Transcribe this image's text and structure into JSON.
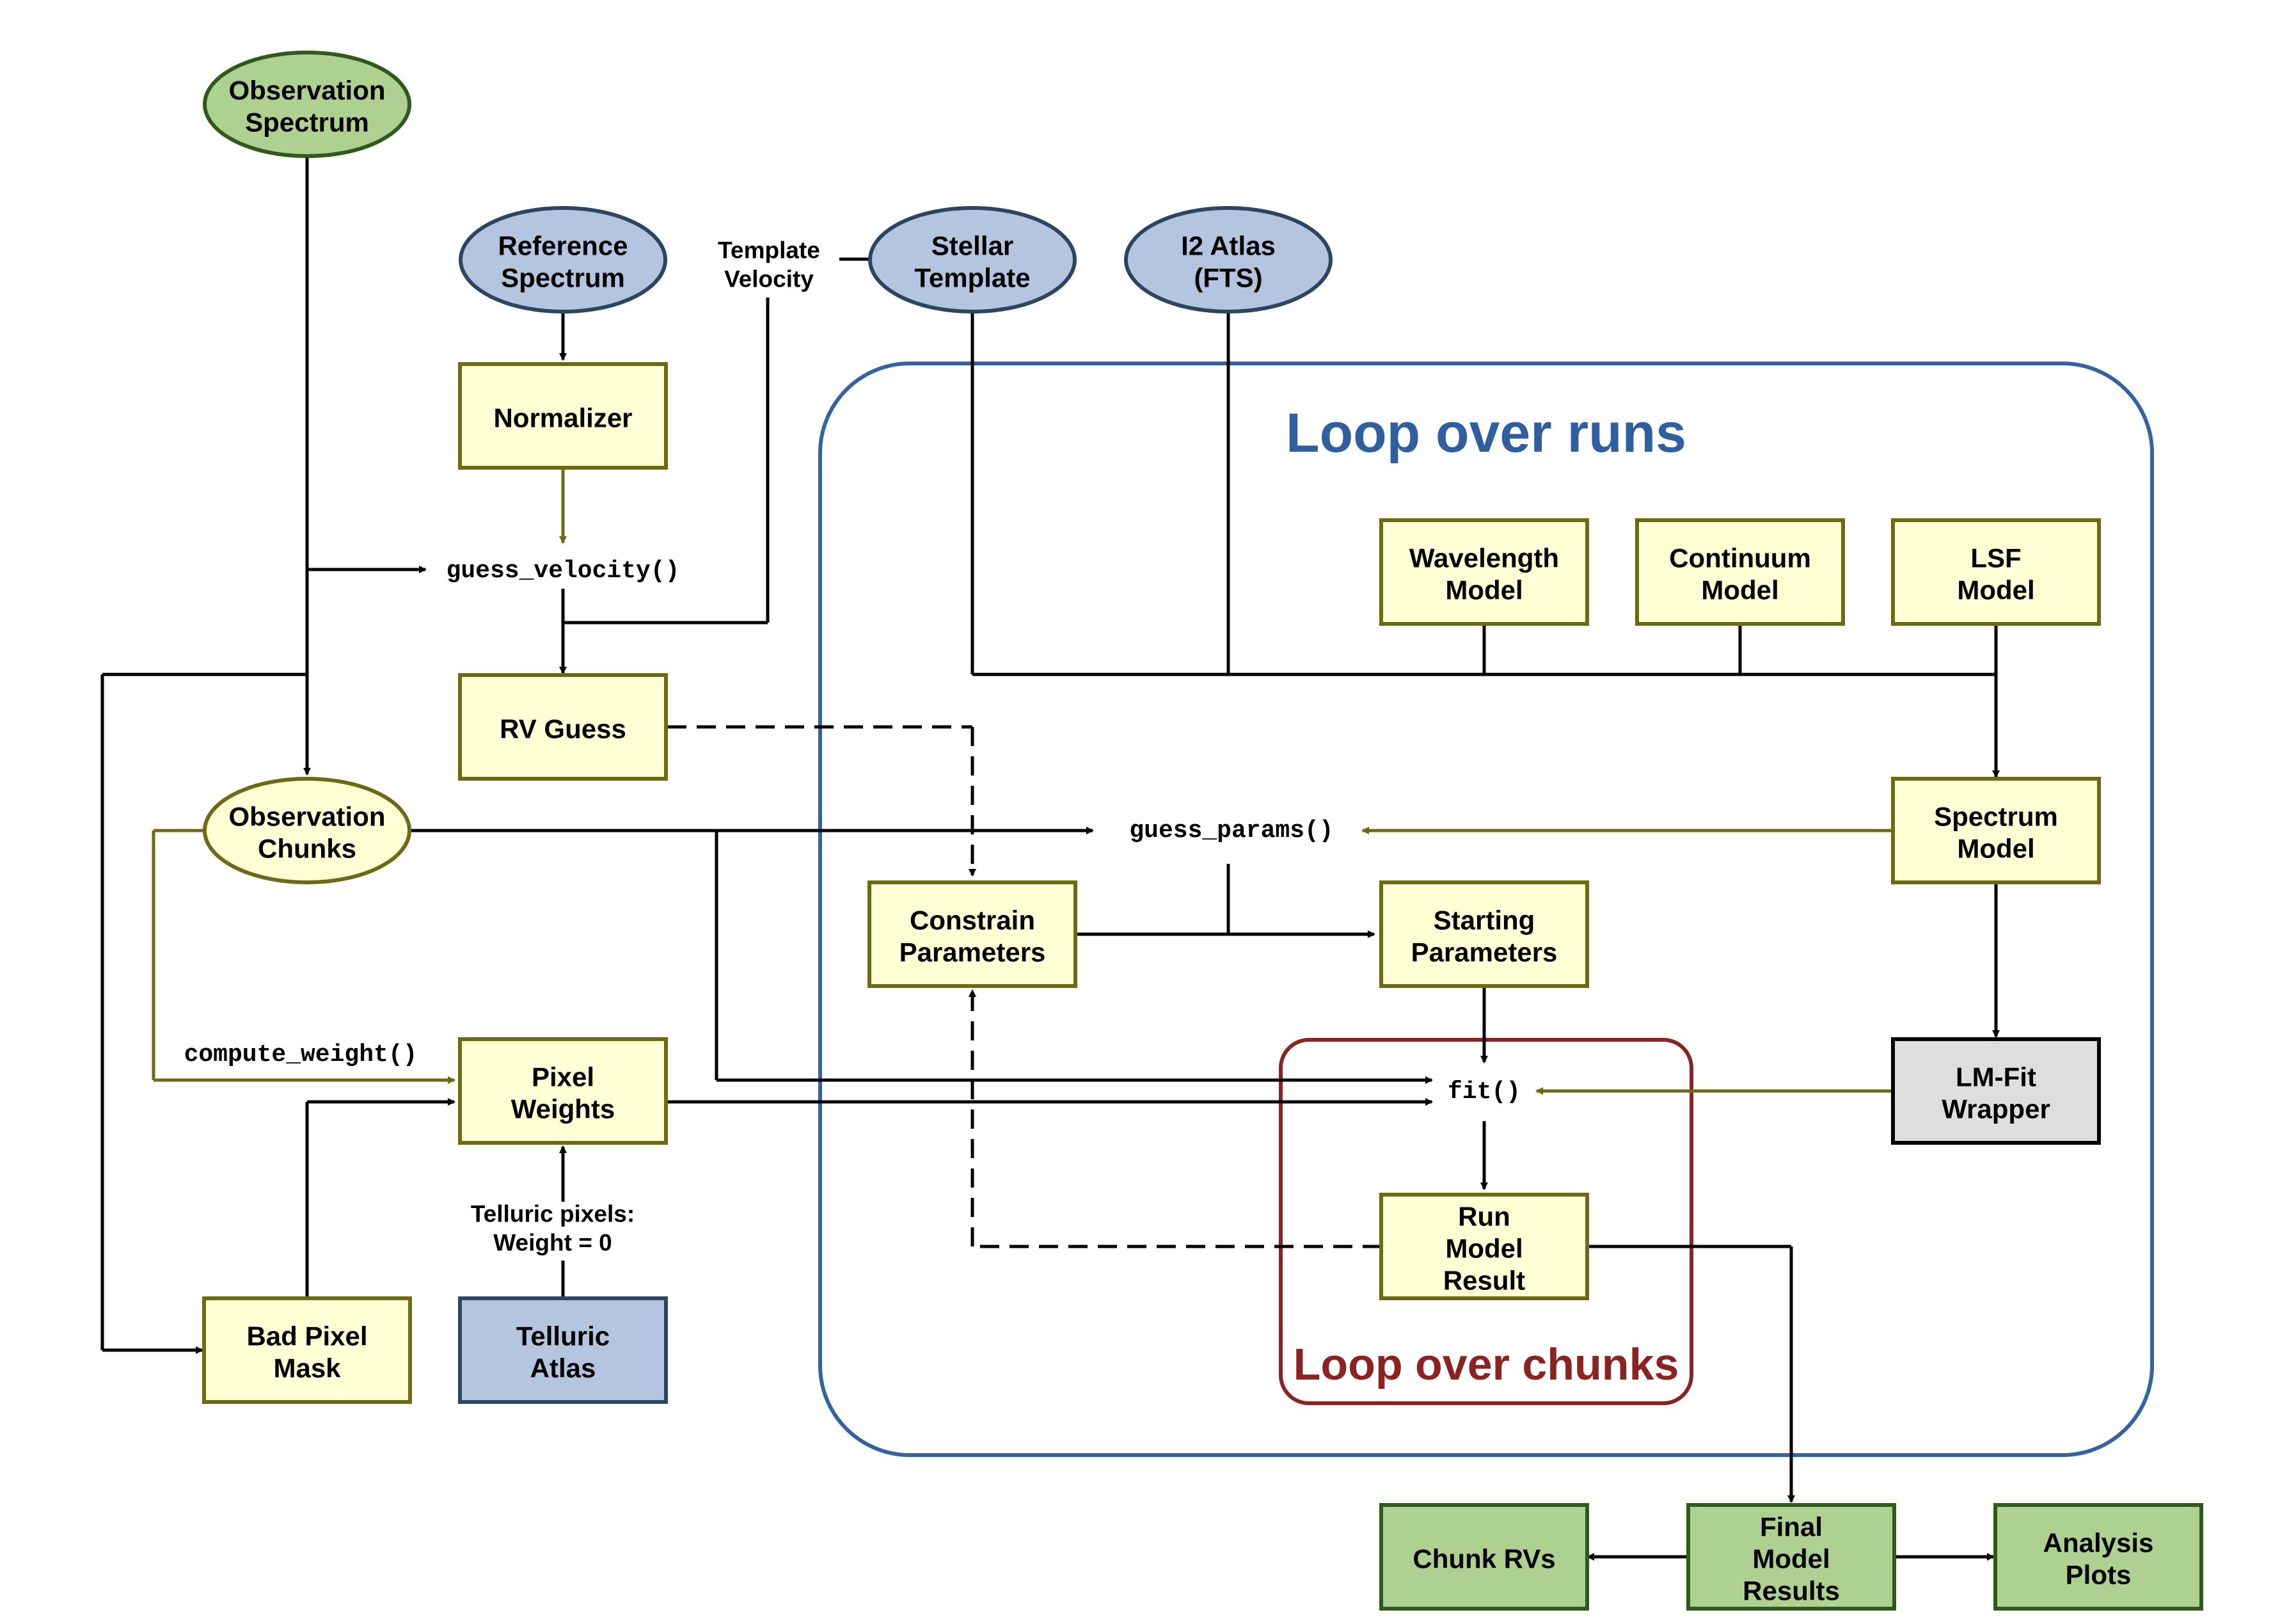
{
  "loops": {
    "runs": {
      "label": "Loop over runs",
      "color": "#2f5f9f"
    },
    "chunks": {
      "label": "Loop over chunks",
      "color": "#8b2323"
    }
  },
  "nodes": {
    "observation_spectrum": "Observation\nSpectrum",
    "reference_spectrum": "Reference\nSpectrum",
    "stellar_template": "Stellar\nTemplate",
    "i2_atlas": "I2 Atlas\n(FTS)",
    "normalizer": "Normalizer",
    "rv_guess": "RV Guess",
    "observation_chunks": "Observation\nChunks",
    "wavelength_model": "Wavelength\nModel",
    "continuum_model": "Continuum\nModel",
    "lsf_model": "LSF\nModel",
    "spectrum_model": "Spectrum\nModel",
    "constrain_parameters": "Constrain\nParameters",
    "starting_parameters": "Starting\nParameters",
    "lm_fit_wrapper": "LM-Fit\nWrapper",
    "pixel_weights": "Pixel\nWeights",
    "run_model_result": "Run\nModel\nResult",
    "bad_pixel_mask": "Bad Pixel\nMask",
    "telluric_atlas": "Telluric\nAtlas",
    "chunk_rvs": "Chunk RVs",
    "final_model_results": "Final\nModel\nResults",
    "analysis_plots": "Analysis\nPlots"
  },
  "functions": {
    "guess_velocity": "guess_velocity()",
    "guess_params": "guess_params()",
    "compute_weight": "compute_weight()",
    "fit": "fit()"
  },
  "annotations": {
    "template_velocity": "Template\nVelocity",
    "telluric_pixels": "Telluric pixels:\nWeight = 0"
  },
  "colors": {
    "green_fill": "#aed090",
    "blue_fill": "#b4c6df",
    "yellow_fill": "#ffffd6",
    "gray_fill": "#dedede",
    "olive_stroke": "#6e6a14",
    "green_stroke": "#2f5a1c",
    "blue_stroke": "#2c4560"
  }
}
